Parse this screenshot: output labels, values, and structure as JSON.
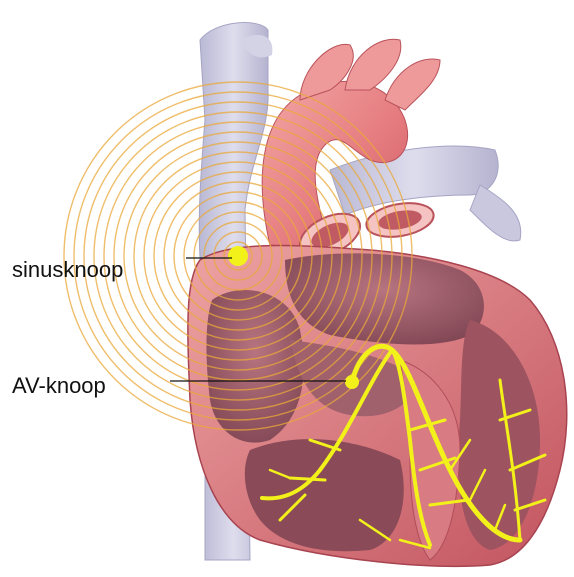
{
  "labels": {
    "sinus_node": "sinusknoop",
    "av_node": "AV-knoop"
  },
  "colors": {
    "background": "#ffffff",
    "conduction_yellow": "#f2f21a",
    "wave_orange": "#e9a83a",
    "muscle_red": "#c9616a",
    "muscle_dark": "#9c3f4a",
    "vessel_pink": "#e98c8f",
    "vein_lavender": "#c9c8de",
    "chamber_interior": "#8f5560",
    "leader_line": "#111111"
  },
  "icons": {
    "sinus_node": "yellow-dot",
    "av_node": "yellow-dot"
  }
}
